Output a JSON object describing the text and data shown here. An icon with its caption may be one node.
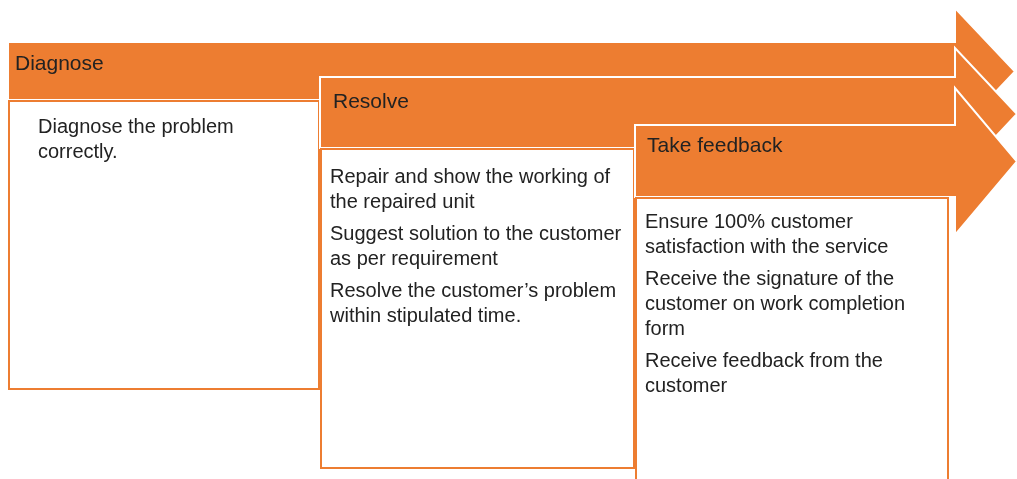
{
  "diagram": {
    "nodes": [
      {
        "text": [
          "Diagnose"
        ]
      },
      {
        "text": [
          "Diagnose the problem correctly."
        ]
      },
      {
        "text": [
          "Resolve"
        ]
      },
      {
        "text": [
          "Repair and show the working of the repaired unit",
          "Suggest solution to the customer as per requirement",
          "Resolve the customer’s problem within stipulated time."
        ]
      },
      {
        "text": [
          "Take feedback"
        ]
      },
      {
        "text": [
          "Ensure 100% customer satisfaction with the service",
          "Receive the signature of the customer on work completion form",
          "Receive feedback from the customer"
        ]
      }
    ]
  }
}
